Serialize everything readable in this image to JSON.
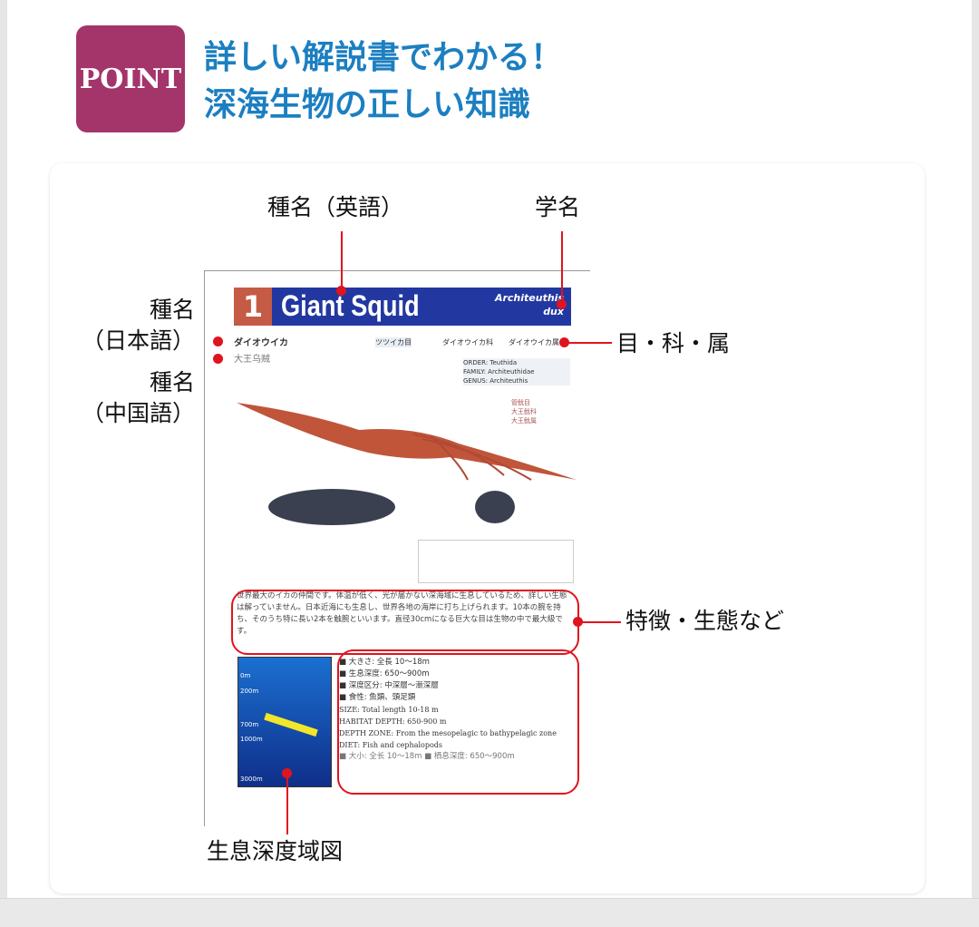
{
  "point_badge": "POINT",
  "heading": {
    "line1": "詳しい解説書でわかる！",
    "line2": "深海生物の正しい知識"
  },
  "annotations": {
    "species_en": "種名（英語）",
    "scientific": "学名",
    "species_jp": "種名\n（日本語）",
    "species_cn": "種名\n（中国語）",
    "taxonomy": "目・科・属",
    "features": "特徴・生態など",
    "depth_chart": "生息深度域図"
  },
  "sample_page": {
    "number": "1",
    "title": "Giant Squid",
    "scientific_name": "Architeuthis dux",
    "name_jp": "ダイオウイカ",
    "name_cn": "大王乌贼",
    "taxonomy_jp": [
      "ツツイカ目",
      "ダイオウイカ科",
      "ダイオウイカ属"
    ],
    "taxonomy_en": [
      "ORDER: Teuthida",
      "FAMILY: Architeuthidae",
      "GENUS: Architeuthis"
    ],
    "taxonomy_cn": [
      "管鱿目",
      "大王鱿科",
      "大王鱿属"
    ],
    "description": "世界最大のイカの仲間です。体温が低く、光が届かない深海域に生息しているため、詳しい生態は解っていません。日本近海にも生息し、世界各地の海岸に打ち上げられます。10本の腕を持ち、そのうち特に長い2本を触腕といいます。直径30cmになる巨大な目は生物の中で最大級です。",
    "facts_jp": [
      "■ 大きさ: 全長 10〜18m",
      "■ 生息深度: 650〜900m",
      "■ 深度区分: 中深層〜漸深層",
      "■ 食性: 魚類、頭足類"
    ],
    "facts_en": [
      "SIZE: Total length 10-18 m",
      "HABITAT DEPTH: 650-900 m",
      "DEPTH ZONE: From the mesopelagic to bathypelagic zone  DIET: Fish and cephalopods"
    ],
    "facts_cn": "■ 大小: 全长 10〜18m ■ 栖息深度: 650〜900m",
    "depth_labels": [
      "0m",
      "200m",
      "700m",
      "1000m",
      "3000m"
    ]
  }
}
